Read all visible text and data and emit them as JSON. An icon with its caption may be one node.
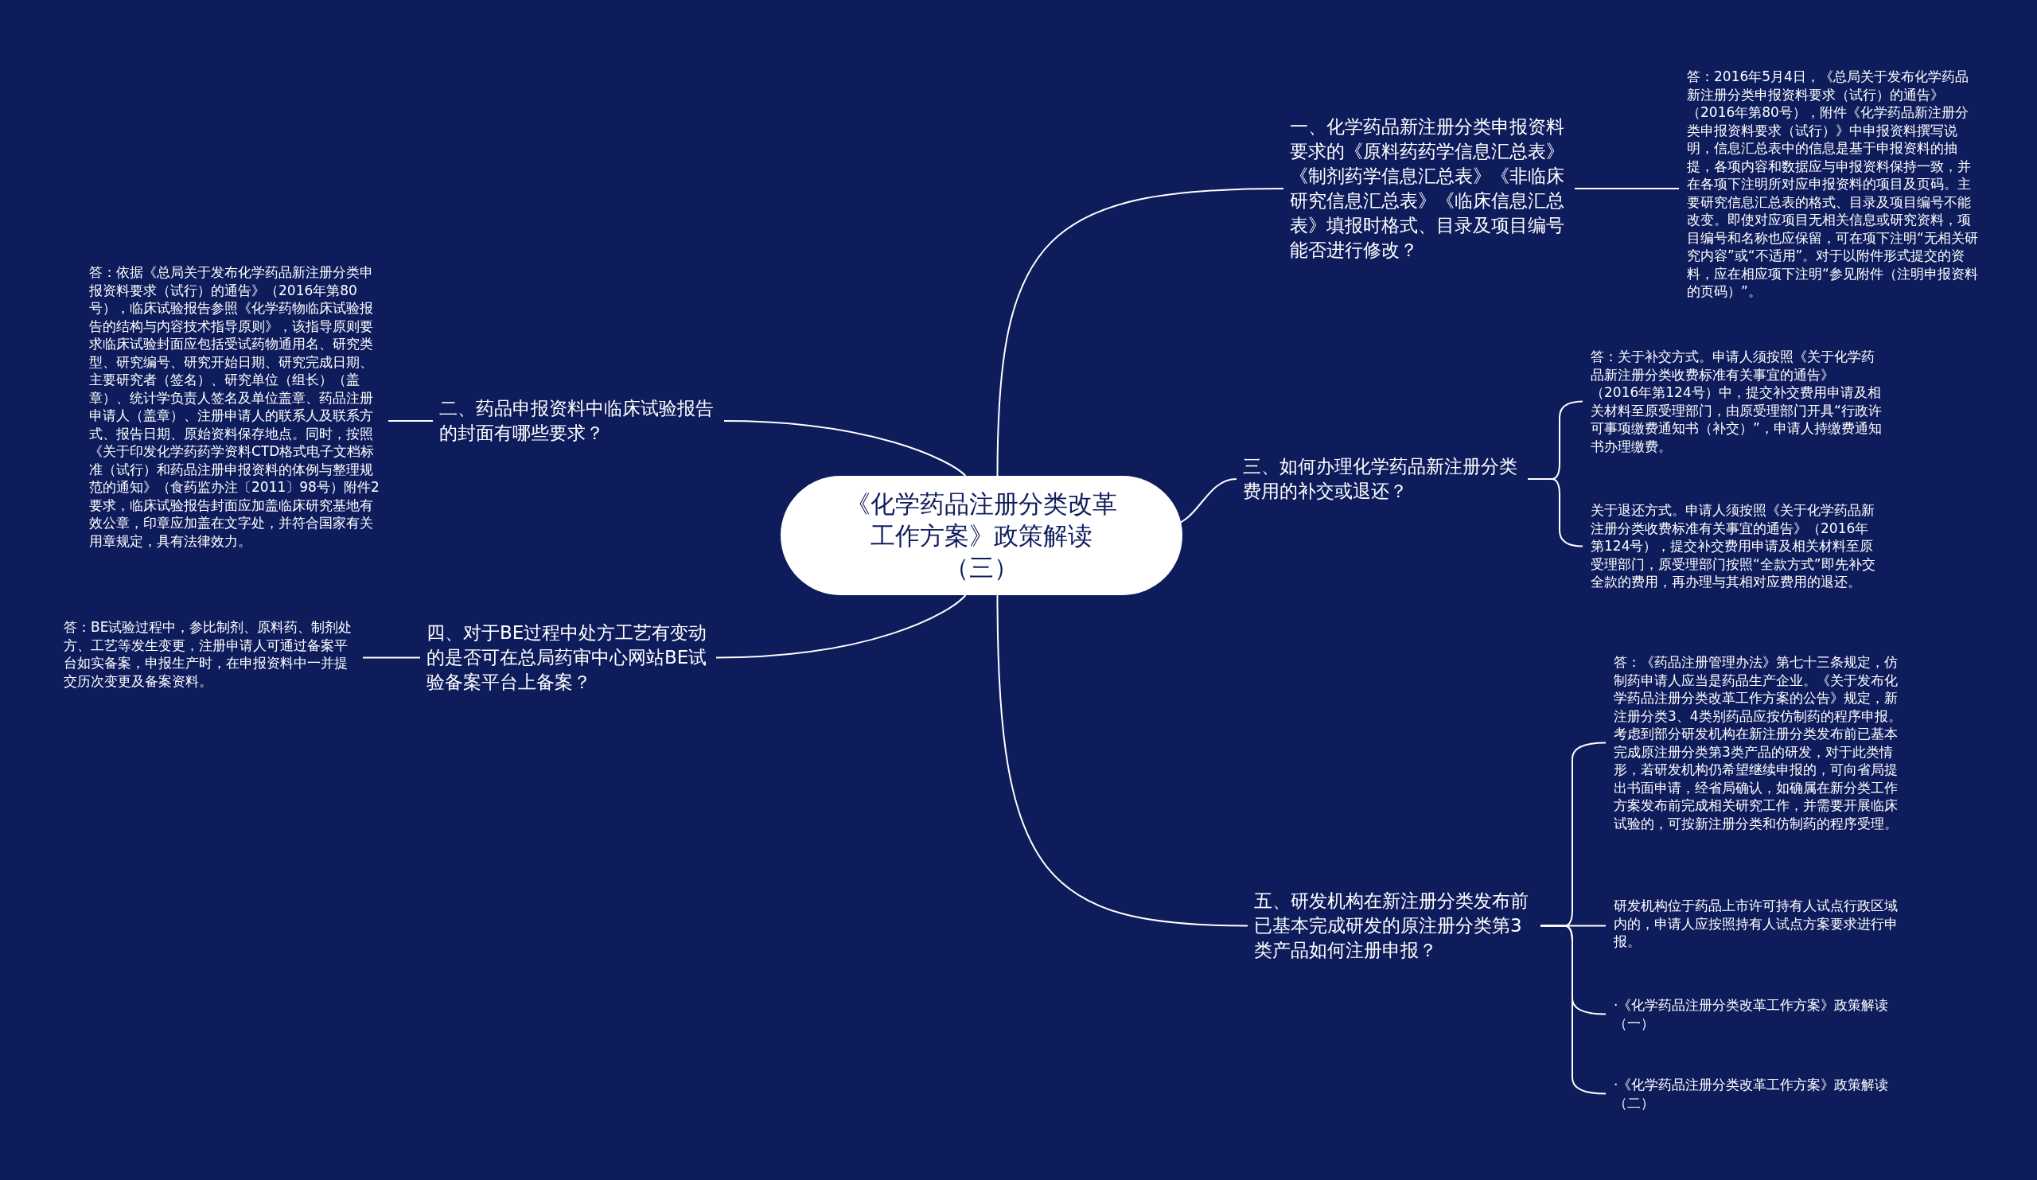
{
  "diagram": {
    "nodes": [
      {
        "text": [
          "《化学药品注册分类改革工作方案》政策解读（三）"
        ]
      },
      {
        "text": [
          "一、化学药品新注册分类申报资料要求的《原料药药学信息汇总表》《制剂药学信息汇总表》《非临床研究信息汇总表》《临床信息汇总表》填报时格式、目录及项目编号能否进行修改？"
        ]
      },
      {
        "text": [
          "答：2016年5月4日，《总局关于发布化学药品新注册分类申报资料要求（试行）的通告》（2016年第80号），附件《化学药品新注册分类申报资料要求（试行）》中申报资料撰写说明，信息汇总表中的信息是基于申报资料的抽提，各项内容和数据应与申报资料保持一致，并在各项下注明所对应申报资料的项目及页码。主要研究信息汇总表的格式、目录及项目编号不能改变。即使对应项目无相关信息或研究资料，项目编号和名称也应保留，可在项下注明“无相关研究内容”或“不适用”。对于以附件形式提交的资料，应在相应项下注明“参见附件（注明申报资料的页码）”。"
        ]
      },
      {
        "text": [
          "二、药品申报资料中临床试验报告的封面有哪些要求？"
        ]
      },
      {
        "text": [
          "答：依据《总局关于发布化学药品新注册分类申报资料要求（试行）的通告》（2016年第80号），临床试验报告参照《化学药物临床试验报告的结构与内容技术指导原则》，该指导原则要求临床试验封面应包括受试药物通用名、研究类型、研究编号、研究开始日期、研究完成日期、主要研究者（签名）、研究单位（组长）（盖章）、统计学负责人签名及单位盖章、药品注册申请人（盖章）、注册申请人的联系人及联系方式、报告日期、原始资料保存地点。同时，按照《关于印发化学药药学资料CTD格式电子文档标准（试行）和药品注册申报资料的体例与整理规范的通知》（食药监办注〔2011〕98号）附件2要求，临床试验报告封面应加盖临床研究基地有效公章，印章应加盖在文字处，并符合国家有关用章规定，具有法律效力。"
        ]
      },
      {
        "text": [
          "三、如何办理化学药品新注册分类费用的补交或退还？"
        ]
      },
      {
        "text": [
          "答：关于补交方式。申请人须按照《关于化学药品新注册分类收费标准有关事宜的通告》（2016年第124号）中，提交补交费用申请及相关材料至原受理部门，由原受理部门开具“行政许可事项缴费通知书（补交）”，申请人持缴费通知书办理缴费。"
        ]
      },
      {
        "text": [
          "关于退还方式。申请人须按照《关于化学药品新注册分类收费标准有关事宜的通告》（2016年第124号），提交补交费用申请及相关材料至原受理部门，原受理部门按照“全款方式”即先补交全款的费用，再办理与其相对应费用的退还。"
        ]
      },
      {
        "text": [
          "四、对于BE过程中处方工艺有变动的是否可在总局药审中心网站BE试验备案平台上备案？"
        ]
      },
      {
        "text": [
          "答：BE试验过程中，参比制剂、原料药、制剂处方、工艺等发生变更，注册申请人可通过备案平台如实备案，申报生产时，在申报资料中一并提交历次变更及备案资料。"
        ]
      },
      {
        "text": [
          "五、研发机构在新注册分类发布前已基本完成研发的原注册分类第3类产品如何注册申报？"
        ]
      },
      {
        "text": [
          "答：《药品注册管理办法》第七十三条规定，仿制药申请人应当是药品生产企业。《关于发布化学药品注册分类改革工作方案的公告》规定，新注册分类3、4类别药品应按仿制药的程序申报。考虑到部分研发机构在新注册分类发布前已基本完成原注册分类第3类产品的研发，对于此类情形，若研发机构仍希望继续申报的，可向省局提出书面申请，经省局确认，如确属在新分类工作方案发布前完成相关研究工作，并需要开展临床试验的，可按新注册分类和仿制药的程序受理。"
        ]
      },
      {
        "text": [
          "研发机构位于药品上市许可持有人试点行政区域内的，申请人应按照持有人试点方案要求进行申报。"
        ]
      },
      {
        "text": [
          "·《化学药品注册分类改革工作方案》政策解读（一）"
        ]
      },
      {
        "text": [
          "·《化学药品注册分类改革工作方案》政策解读（二）"
        ]
      }
    ],
    "edges": [
      {
        "from": 0,
        "to": 1,
        "arrow": "none"
      },
      {
        "from": 1,
        "to": 2,
        "arrow": "none"
      },
      {
        "from": 0,
        "to": 3,
        "arrow": "none"
      },
      {
        "from": 3,
        "to": 4,
        "arrow": "none"
      },
      {
        "from": 0,
        "to": 5,
        "arrow": "none"
      },
      {
        "from": 5,
        "to": 6,
        "arrow": "none"
      },
      {
        "from": 5,
        "to": 7,
        "arrow": "none"
      },
      {
        "from": 0,
        "to": 8,
        "arrow": "none"
      },
      {
        "from": 8,
        "to": 9,
        "arrow": "none"
      },
      {
        "from": 0,
        "to": 10,
        "arrow": "none"
      },
      {
        "from": 10,
        "to": 11,
        "arrow": "none"
      },
      {
        "from": 10,
        "to": 12,
        "arrow": "none"
      },
      {
        "from": 10,
        "to": 13,
        "arrow": "none"
      },
      {
        "from": 10,
        "to": 14,
        "arrow": "none"
      }
    ]
  }
}
